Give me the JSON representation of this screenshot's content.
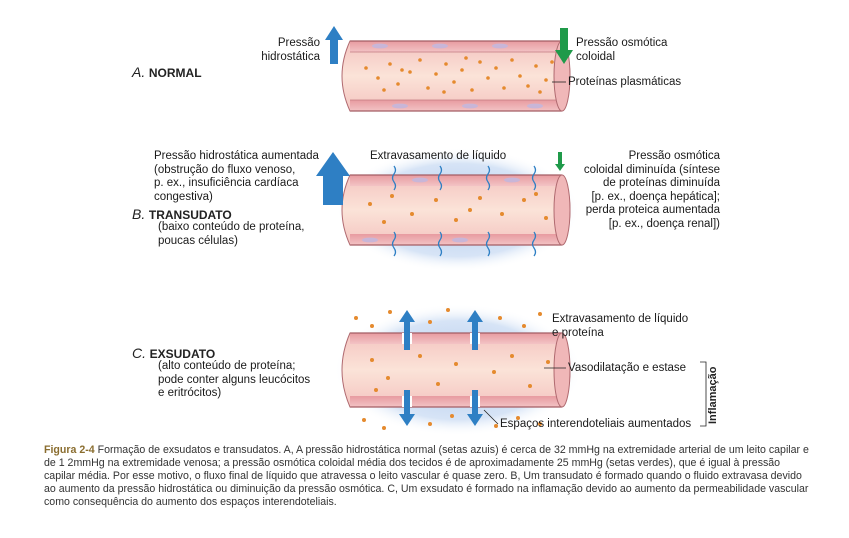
{
  "panelA": {
    "letter": "A.",
    "title": "NORMAL",
    "hydrostatic_label": "Pressão\nhidrostática",
    "osmotic_label": "Pressão osmótica\ncoloidal",
    "proteins_label": "Proteínas plasmáticas"
  },
  "panelB": {
    "letter": "B.",
    "title": "TRANSUDATO",
    "subtitle": "(baixo conteúdo de proteína,\npoucas células)",
    "hydrostatic_label": "Pressão hidrostática aumentada\n(obstrução do fluxo venoso,\np. ex., insuficiência cardíaca\ncongestiva)",
    "extravasation_label": "Extravasamento de líquido",
    "osmotic_label": "Pressão osmótica\ncoloidal diminuída (síntese\nde proteínas diminuída\n[p. ex., doença hepática];\nperda proteica aumentada\n[p. ex., doença renal])"
  },
  "panelC": {
    "letter": "C.",
    "title": "EXSUDATO",
    "subtitle": "(alto conteúdo de proteína;\npode conter alguns leucócitos\ne eritrócitos)",
    "extravasation_label": "Extravasamento de líquido\ne proteína",
    "vasodilation_label": "Vasodilatação e estase",
    "gaps_label": "Espaços interendoteliais aumentados",
    "inflammation_label": "Inflamação"
  },
  "colors": {
    "blue_arrow": "#2e7fc4",
    "green_arrow": "#1f9a4a",
    "vessel_wall": "#e8a0a4",
    "protein": "#e58a2e",
    "edema": "#a9c4ea"
  },
  "caption": {
    "figure": "Figura 2-4",
    "text": "Formação de exsudatos e transudatos. A, A pressão hidrostática normal (setas azuis) é cerca de 32 mmHg na extremidade arterial de um leito capilar e de 1 2mmHg na extremidade venosa; a pressão osmótica coloidal média dos tecidos é de aproximadamente 25 mmHg (setas verdes), que é igual à pressão capilar média. Por esse motivo, o fluxo final de líquido que atravessa o leito vascular é quase zero. B, Um transudato é formado quando o fluido extravasa devido ao aumento da pressão hidrostática ou diminuição da pressão osmótica. C, Um exsudato é formado na inflamação devido ao aumento da permeabilidade vascular como consequência do aumento dos espaços interendoteliais."
  }
}
